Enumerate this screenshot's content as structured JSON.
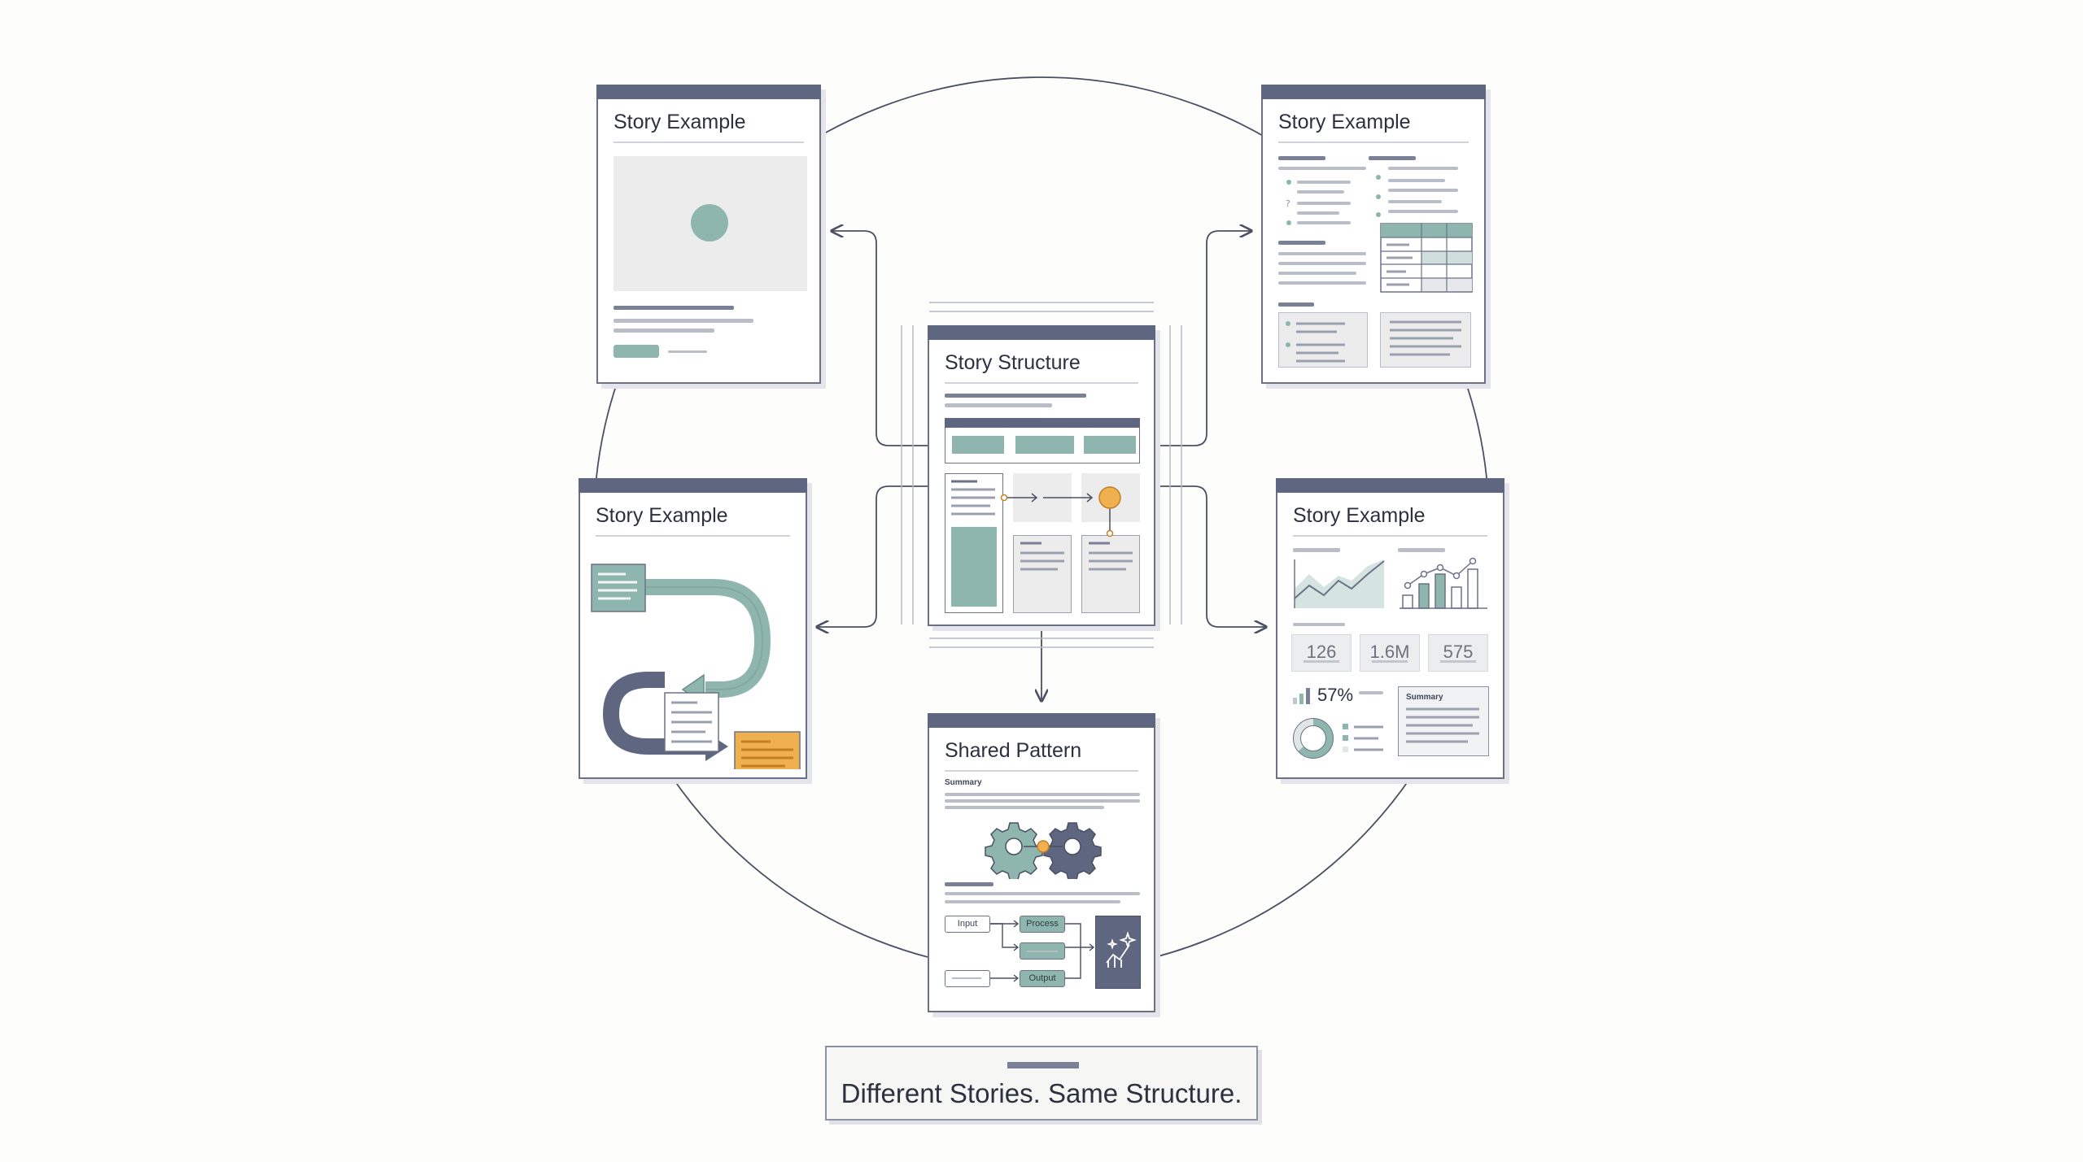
{
  "center_card": {
    "title": "Story Structure"
  },
  "bottom_card": {
    "title": "Shared Pattern",
    "summary_label": "Summary"
  },
  "top_left_card": {
    "title": "Story Example"
  },
  "top_right_card": {
    "title": "Story Example"
  },
  "mid_left_card": {
    "title": "Story Example"
  },
  "mid_right_card": {
    "title": "Story Example",
    "stats": [
      "126",
      "1.6M",
      "575"
    ],
    "percent": "57%",
    "summary_label": "Summary"
  },
  "flow": {
    "input": "Input",
    "process": "Process",
    "output": "Output"
  },
  "tagline": "Different Stories. Same Structure.",
  "colors": {
    "navy": "#5e677f",
    "teal": "#8fb6ae",
    "orange": "#efb04f",
    "line_gray": "#b9bdc7",
    "outline": "#6b7287"
  },
  "icons": [
    "gear-icon",
    "gear-icon",
    "sparkle-chart-icon",
    "donut-chart-icon",
    "line-chart-icon",
    "bar-chart-icon"
  ]
}
